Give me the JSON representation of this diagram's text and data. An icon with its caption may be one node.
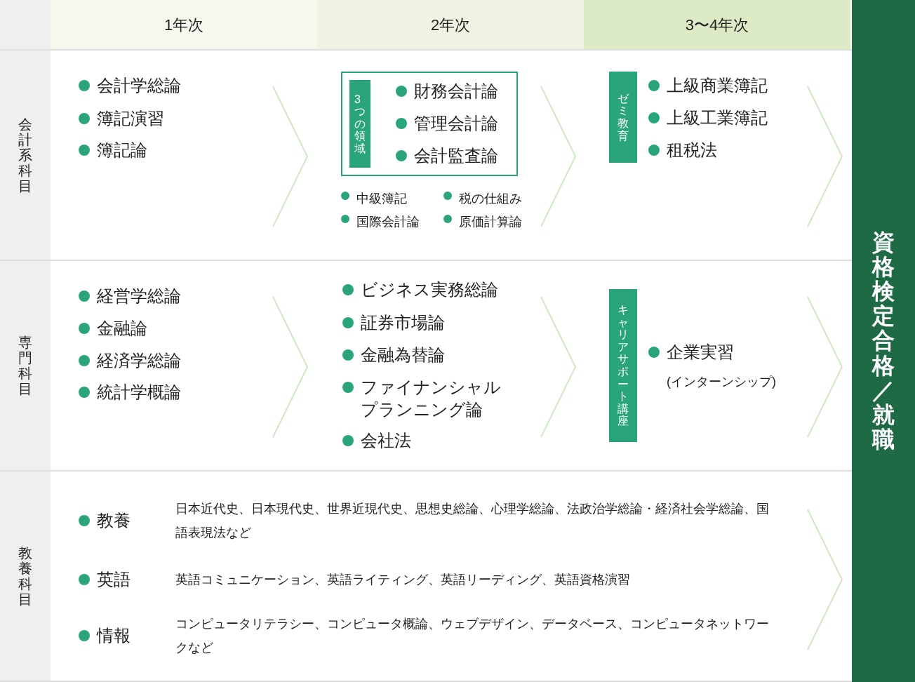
{
  "diagram": {
    "nodes": [
      {
        "text": [
          "1年次"
        ]
      },
      {
        "text": [
          "2年次"
        ]
      },
      {
        "text": [
          "3〜4年次"
        ]
      },
      {
        "text": [
          "会計系科目"
        ]
      },
      {
        "text": [
          "専門科目"
        ]
      },
      {
        "text": [
          "教養科目"
        ]
      },
      {
        "text": [
          "資格検定合格／就職"
        ]
      },
      {
        "text": [
          "財務会計論",
          "管理会計論",
          "会計監査論"
        ]
      },
      {
        "text": [
          "3つの領域"
        ],
        "in": 7
      },
      {
        "text": [
          "ゼミ教育"
        ]
      },
      {
        "text": [
          "キャリアサポート講座"
        ]
      }
    ],
    "edges": [],
    "labels": [
      "会計学総論",
      "簿記演習",
      "簿記論",
      "中級簿記",
      "税の仕組み",
      "国際会計論",
      "原価計算論",
      "上級商業簿記",
      "上級工業簿記",
      "租税法",
      "経営学総論",
      "金融論",
      "経済学総論",
      "統計学概論",
      "ビジネス実務総論",
      "証券市場論",
      "金融為替論",
      "ファイナンシャルプランニング論",
      "会社法",
      "企業実習",
      "(インターンシップ)",
      "教養",
      "日本近代史、日本現代史、世界近現代史、思想史総論、心理学総論、法政治学総論・経済社会学総論、国語表現法など",
      "英語",
      "英語コミュニケーション、英語ライティング、英語リーディング、英語資格演習",
      "情報",
      "コンピュータリテラシー、コンピュータ概論、ウェブデザイン、データベース、コンピュータネットワークなど"
    ]
  }
}
